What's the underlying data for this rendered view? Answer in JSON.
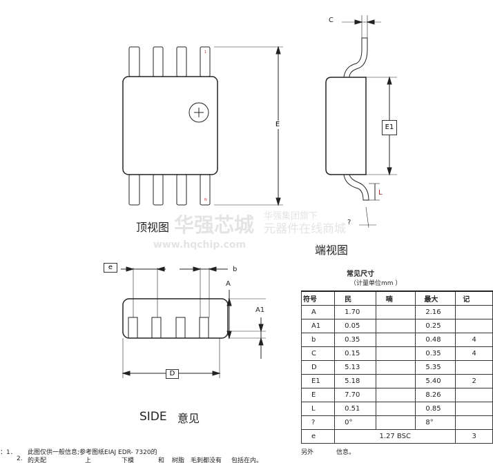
{
  "views": {
    "top_view_label": "顶视图",
    "end_view_label": "端视图",
    "side_view_label_en": "SIDE",
    "side_view_label_cn": "意见"
  },
  "dimension_labels": {
    "E": "E",
    "E1": "E1",
    "C": "C",
    "L": "L",
    "theta": "?",
    "e": "e",
    "b": "b",
    "A": "A",
    "A1": "A1",
    "D": "D"
  },
  "pin_marks": {
    "pin1": "1",
    "pinN": "N"
  },
  "watermark": {
    "brand": "华强芯城",
    "url": "www.hqchip.com",
    "line1": "华强集团旗下",
    "line2": "元器件在线商城"
  },
  "table": {
    "title": "常见尺寸",
    "subtitle": "（计量单位mm ）",
    "headers": [
      "符号",
      "民",
      "喃",
      "最大",
      "记"
    ],
    "rows": [
      [
        "A",
        "1.70",
        "",
        "2.16",
        ""
      ],
      [
        "A1",
        "0.05",
        "",
        "0.25",
        ""
      ],
      [
        "b",
        "0.35",
        "",
        "0.48",
        "4"
      ],
      [
        "C",
        "0.15",
        "",
        "0.35",
        "4"
      ],
      [
        "D",
        "5.13",
        "",
        "5.35",
        ""
      ],
      [
        "E1",
        "5.18",
        "",
        "5.40",
        "2"
      ],
      [
        "E",
        "7.70",
        "",
        "8.26",
        ""
      ],
      [
        "L",
        "0.51",
        "",
        "0.85",
        ""
      ],
      [
        "?",
        "0°",
        "",
        "8°",
        ""
      ]
    ],
    "last_row": {
      "symbol": "e",
      "value": "1.27 BSC",
      "note": "3"
    },
    "footer_a": "另外",
    "footer_b": "信息。"
  },
  "notes": {
    "prefix": "：1．",
    "line1": "此图仅供一般信息;参考图纸EIAJ EDR- 7320的",
    "num2": "2.",
    "line2": [
      "的夫配",
      "上",
      "下模",
      "和",
      "树脂",
      "毛刺都没有",
      "包括在内。"
    ]
  }
}
